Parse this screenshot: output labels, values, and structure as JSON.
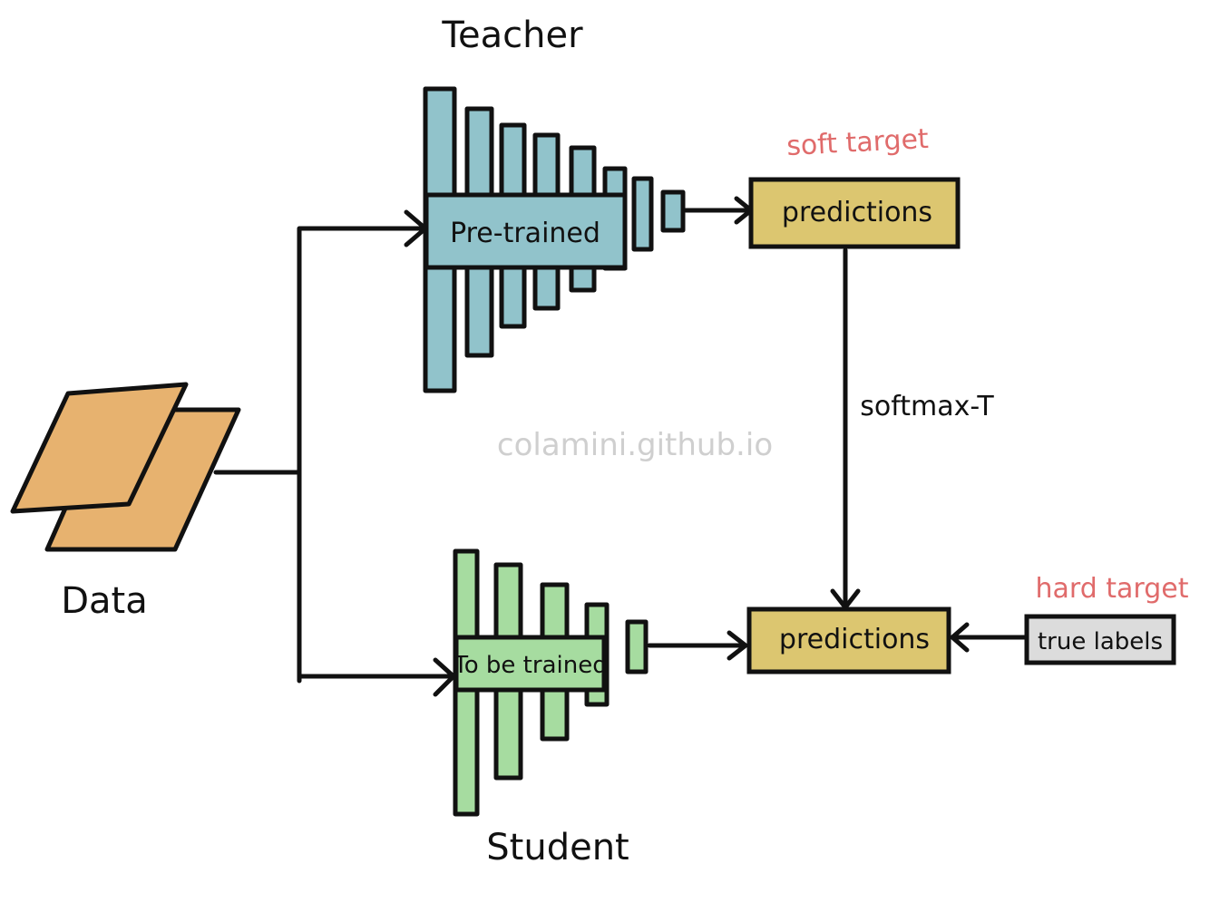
{
  "labels": {
    "teacher": "Teacher",
    "pretrained": "Pre-trained",
    "soft_target": "soft target",
    "teacher_predictions": "predictions",
    "softmax": "softmax-T",
    "watermark": "colamini.github.io",
    "data": "Data",
    "student_box": "To be trained",
    "student_predictions": "predictions",
    "hard_target": "hard target",
    "true_labels": "true labels",
    "student": "Student"
  },
  "colors": {
    "teacher_layers": "#91c3cb",
    "student_layers": "#a6dca0",
    "predictions": "#dcc670",
    "data": "#e7b26f",
    "true_labels": "#dcdcdc",
    "accent_red": "#e06b6b",
    "stroke": "#111111"
  }
}
